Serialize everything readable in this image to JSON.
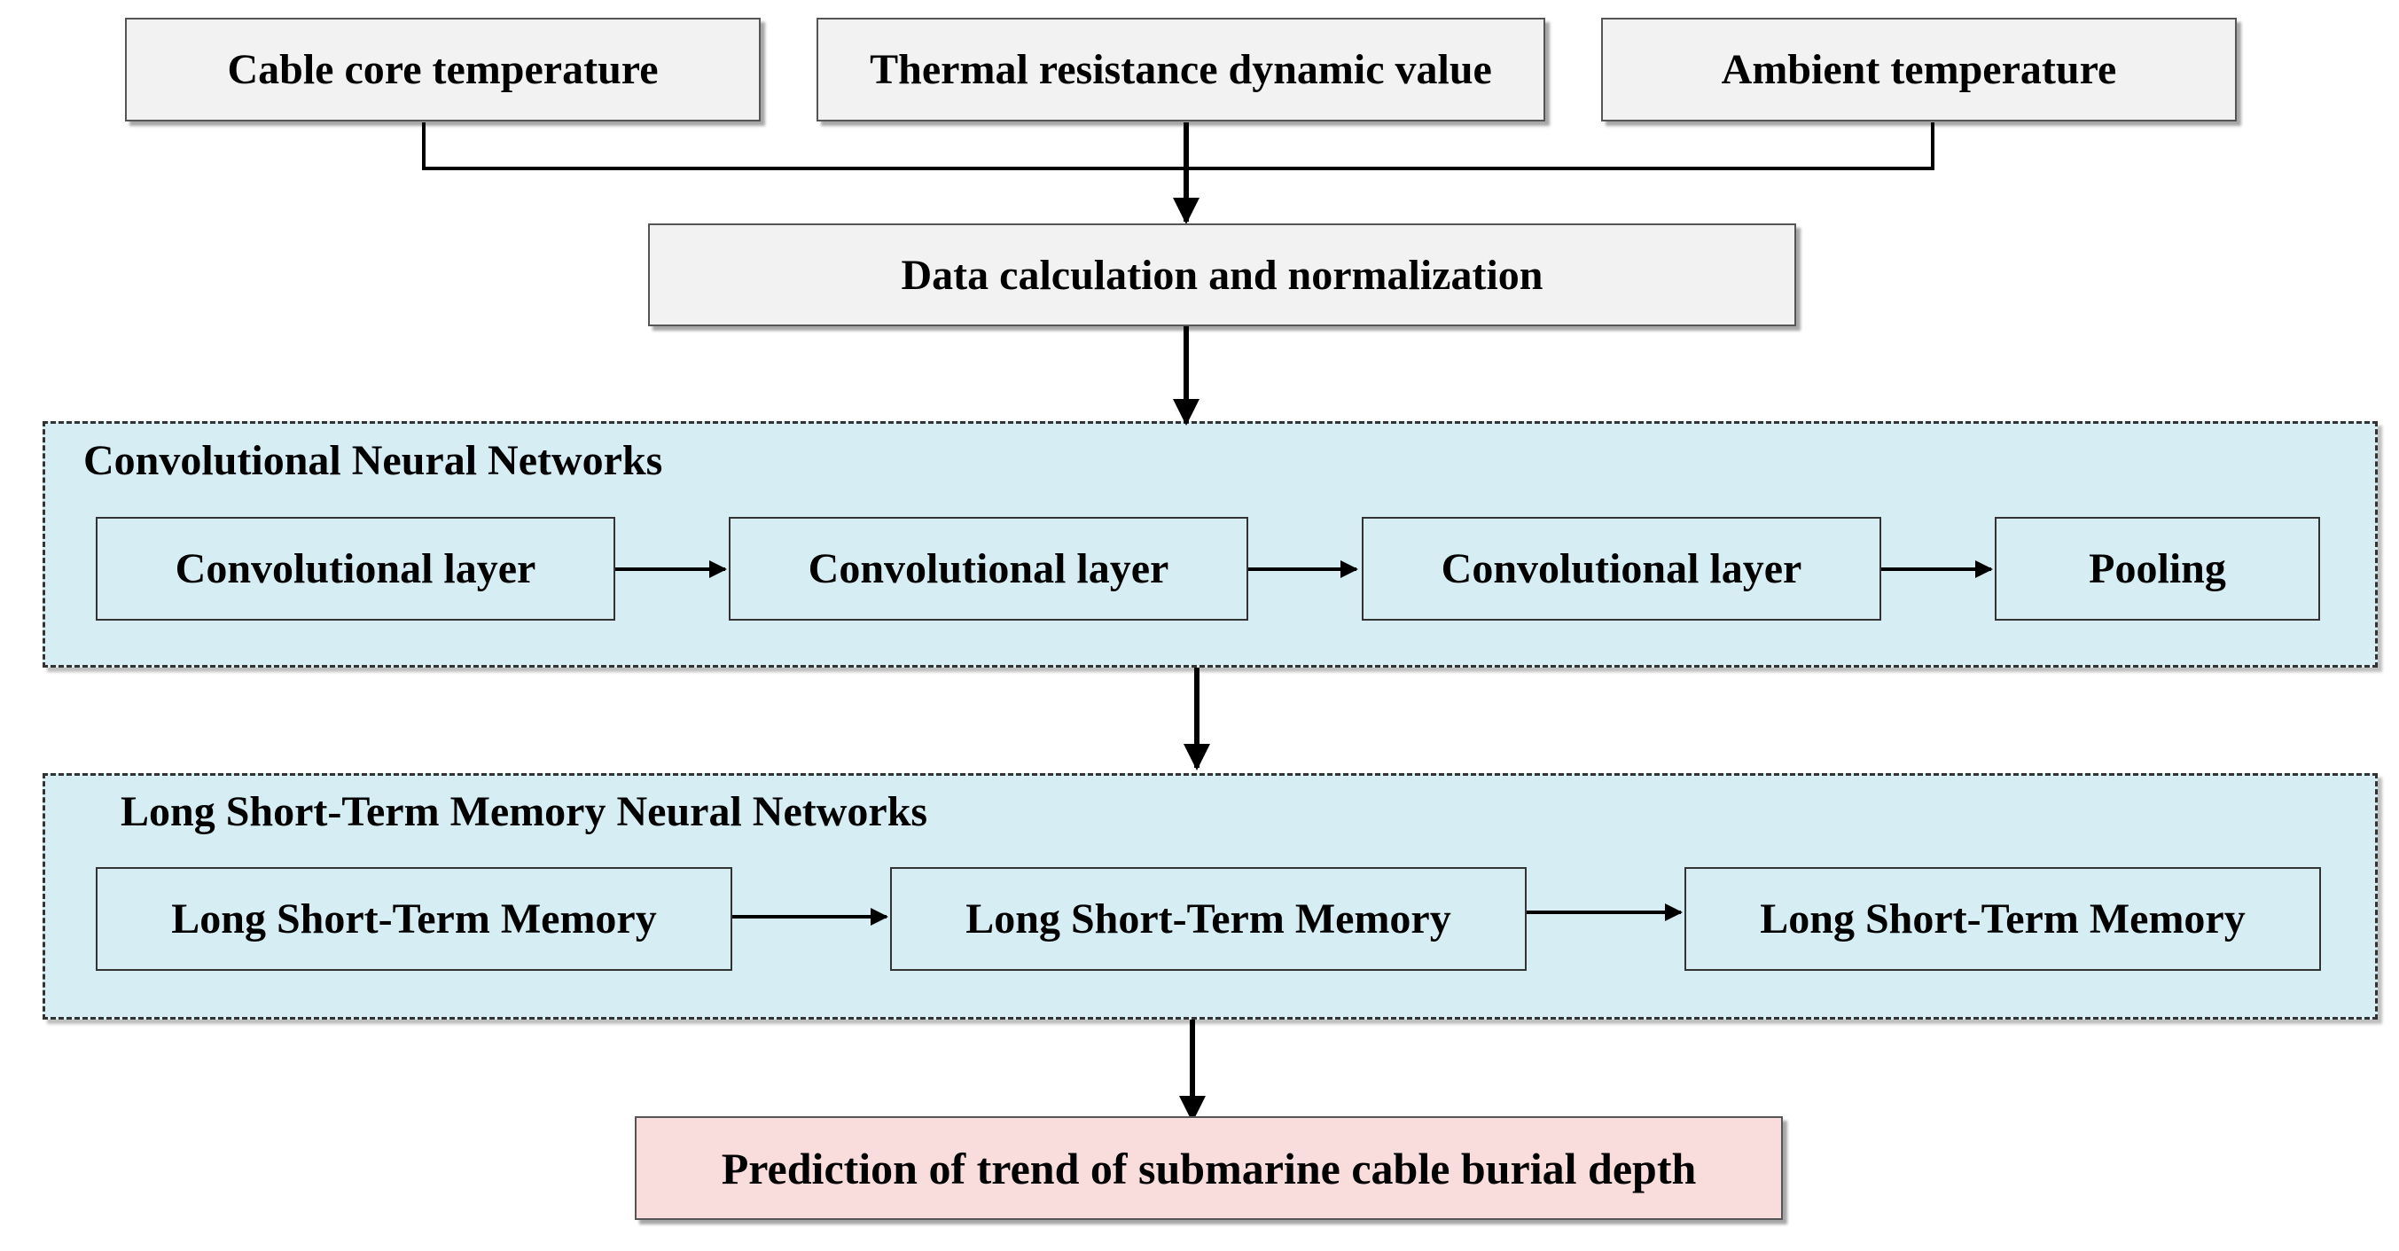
{
  "inputs": [
    {
      "label": "Cable core temperature"
    },
    {
      "label": "Thermal resistance dynamic value"
    },
    {
      "label": "Ambient temperature"
    }
  ],
  "preprocess": {
    "label": "Data calculation and normalization"
  },
  "cnn": {
    "title": "Convolutional Neural Networks",
    "layers": [
      {
        "label": "Convolutional layer"
      },
      {
        "label": "Convolutional layer"
      },
      {
        "label": "Convolutional layer"
      },
      {
        "label": "Pooling"
      }
    ]
  },
  "lstm": {
    "title": "Long Short-Term Memory Neural Networks",
    "cells": [
      {
        "label": "Long Short-Term Memory"
      },
      {
        "label": "Long Short-Term Memory"
      },
      {
        "label": "Long Short-Term Memory"
      }
    ]
  },
  "output": {
    "label": "Prediction of trend of submarine cable burial depth"
  },
  "colors": {
    "input_fill": "#f2f2f2",
    "group_fill": "#d6edf3",
    "output_fill": "#f9dcdc",
    "line": "#000000"
  }
}
